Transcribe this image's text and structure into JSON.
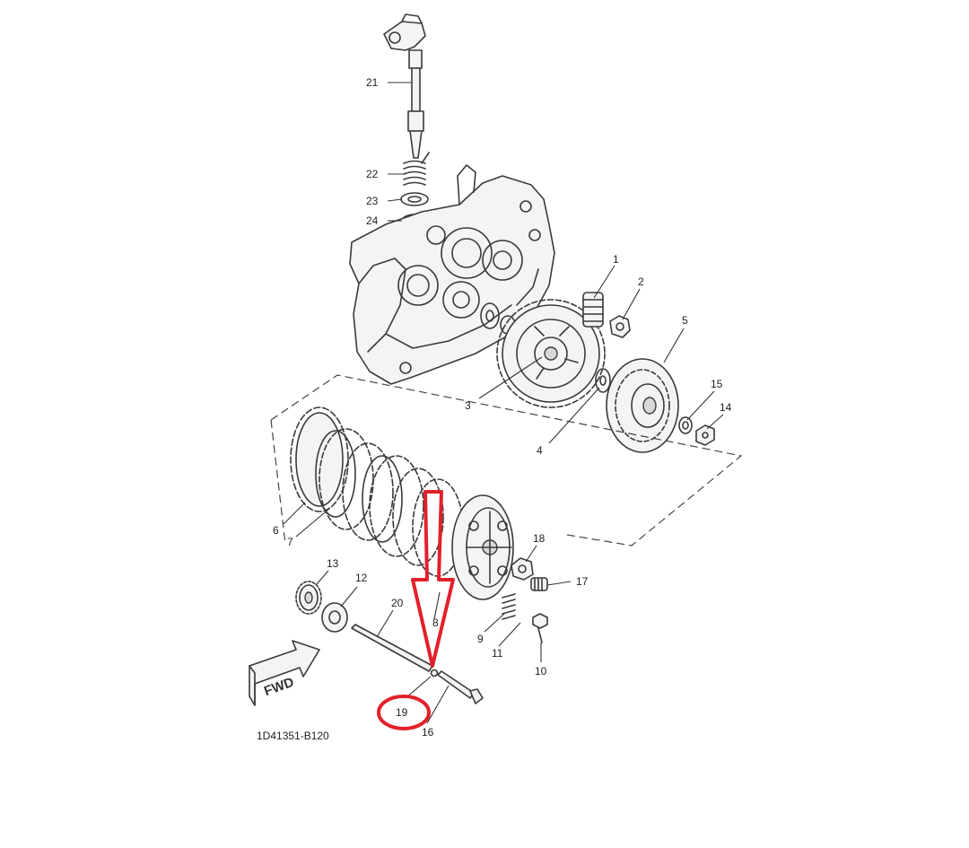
{
  "diagram": {
    "code": "1D41351-B120",
    "fwd_label": "FWD",
    "callouts": {
      "p1": "1",
      "p2": "2",
      "p3": "3",
      "p4": "4",
      "p5": "5",
      "p6": "6",
      "p7": "7",
      "p8": "8",
      "p9": "9",
      "p10": "10",
      "p11": "11",
      "p12": "12",
      "p13": "13",
      "p14": "14",
      "p15": "15",
      "p16": "16",
      "p17": "17",
      "p18": "18",
      "p19": "19",
      "p20": "20",
      "p21": "21",
      "p22": "22",
      "p23": "23",
      "p24": "24"
    },
    "annotation": {
      "color": "#e3202a",
      "highlighted_part": "19"
    }
  }
}
